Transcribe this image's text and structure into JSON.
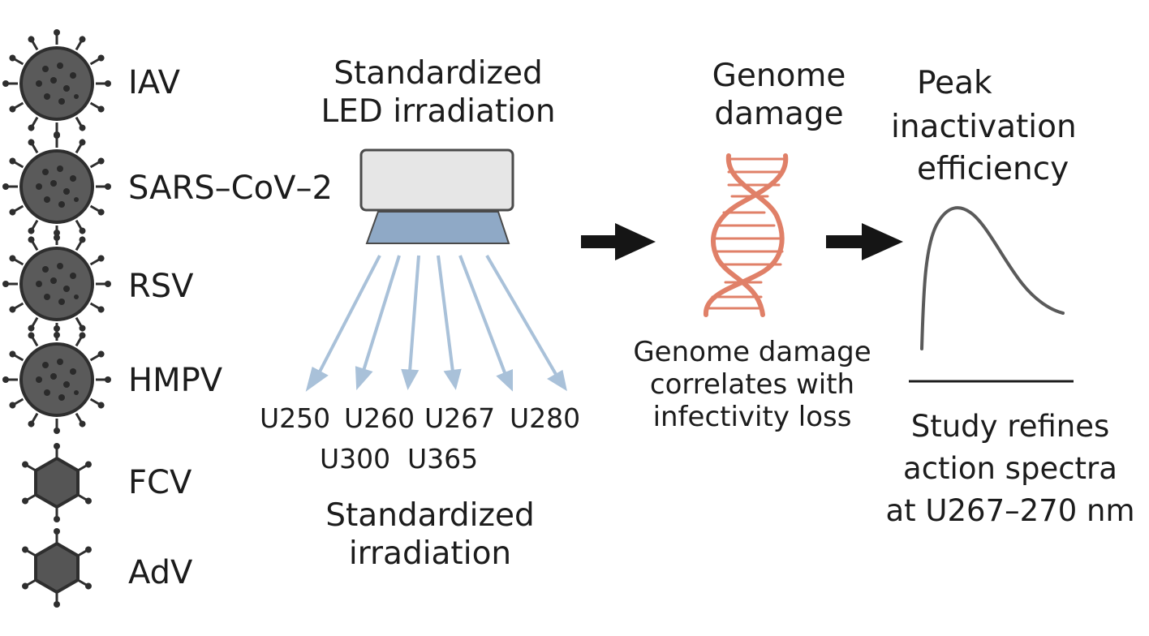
{
  "viruses": [
    {
      "label": "IAV"
    },
    {
      "label": "SARS–CoV–2"
    },
    {
      "label": "RSV"
    },
    {
      "label": "HMPV"
    },
    {
      "label": "FCV"
    },
    {
      "label": "AdV"
    }
  ],
  "led": {
    "title_line1": "Standardized",
    "title_line2": "LED irradiation",
    "wavelength_row1": [
      "U250",
      "U260",
      "U267",
      "U280"
    ],
    "wavelength_row2": [
      "U300",
      "U365"
    ],
    "caption_line1": "Standardized",
    "caption_line2": "irradiation",
    "ray_color": "#a9c1d9",
    "panel_color": "#8fa9c6"
  },
  "genome": {
    "title_line1": "Genome",
    "title_line2": "damage",
    "caption_line1": "Genome damage",
    "caption_line2": "correlates with",
    "caption_line3": "infectivity loss",
    "dna_color": "#e08068"
  },
  "peak": {
    "title_line1": "Peak",
    "title_line2": "inactivation",
    "title_line3": "efficiency",
    "caption_line1": "Study refines",
    "caption_line2": "action spectra",
    "caption_line3": "at U267–270 nm"
  }
}
